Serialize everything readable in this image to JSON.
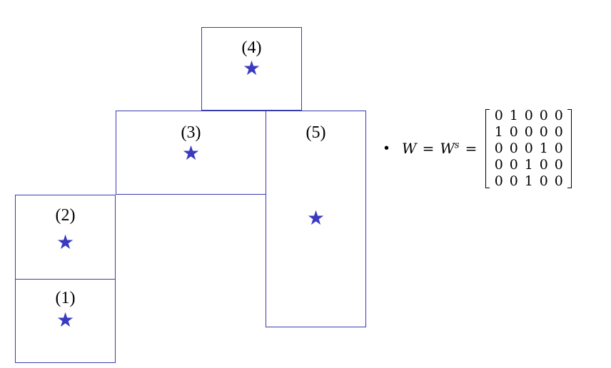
{
  "regions": [
    {
      "id": "r1",
      "label": "(1)"
    },
    {
      "id": "r2",
      "label": "(2)"
    },
    {
      "id": "r3",
      "label": "(3)"
    },
    {
      "id": "r4",
      "label": "(4)"
    },
    {
      "id": "r5",
      "label": "(5)"
    }
  ],
  "colors": {
    "region_border": "#3b3bb0",
    "star": "#3a3ac0",
    "text": "#000000"
  },
  "icons": {
    "marker": "star-icon",
    "bullet": "bullet-icon"
  },
  "formula": {
    "bullet": "•",
    "lhs_W": "W",
    "eq": "=",
    "rhs_W": "W",
    "superscript": "s",
    "matrix": [
      [
        "0",
        "1",
        "0",
        "0",
        "0"
      ],
      [
        "1",
        "0",
        "0",
        "0",
        "0"
      ],
      [
        "0",
        "0",
        "0",
        "1",
        "0"
      ],
      [
        "0",
        "0",
        "1",
        "0",
        "0"
      ],
      [
        "0",
        "0",
        "1",
        "0",
        "0"
      ]
    ]
  }
}
